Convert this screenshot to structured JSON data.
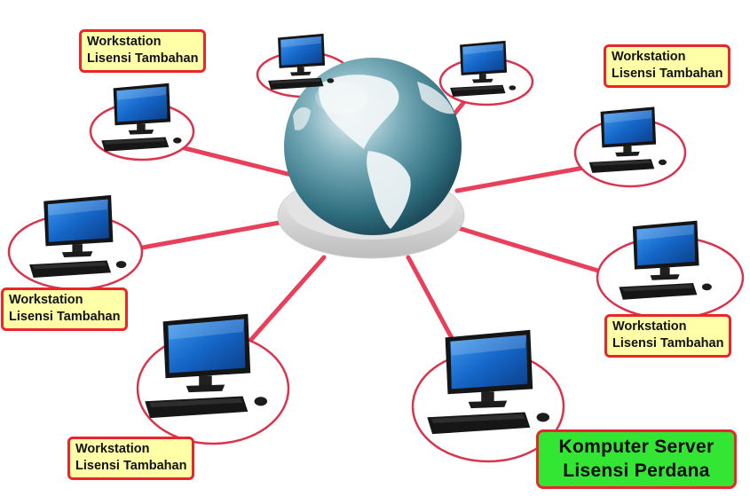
{
  "workstation_labels": [
    {
      "line1": "Workstation",
      "line2": "Lisensi Tambahan"
    },
    {
      "line1": "Workstation",
      "line2": "Lisensi Tambahan"
    },
    {
      "line1": "Workstation",
      "line2": "Lisensi Tambahan"
    },
    {
      "line1": "Workstation",
      "line2": "Lisensi Tambahan"
    },
    {
      "line1": "Workstation",
      "line2": "Lisensi Tambahan"
    }
  ],
  "server_label": {
    "line1": "Komputer Server",
    "line2": "Lisensi Perdana"
  },
  "colors": {
    "link": "#e8405a",
    "ring": "#d8344e",
    "label_fill": "#ffffa8",
    "label_border": "#e8262b",
    "server_fill": "#33e633",
    "screen": "#1a6fd0"
  }
}
